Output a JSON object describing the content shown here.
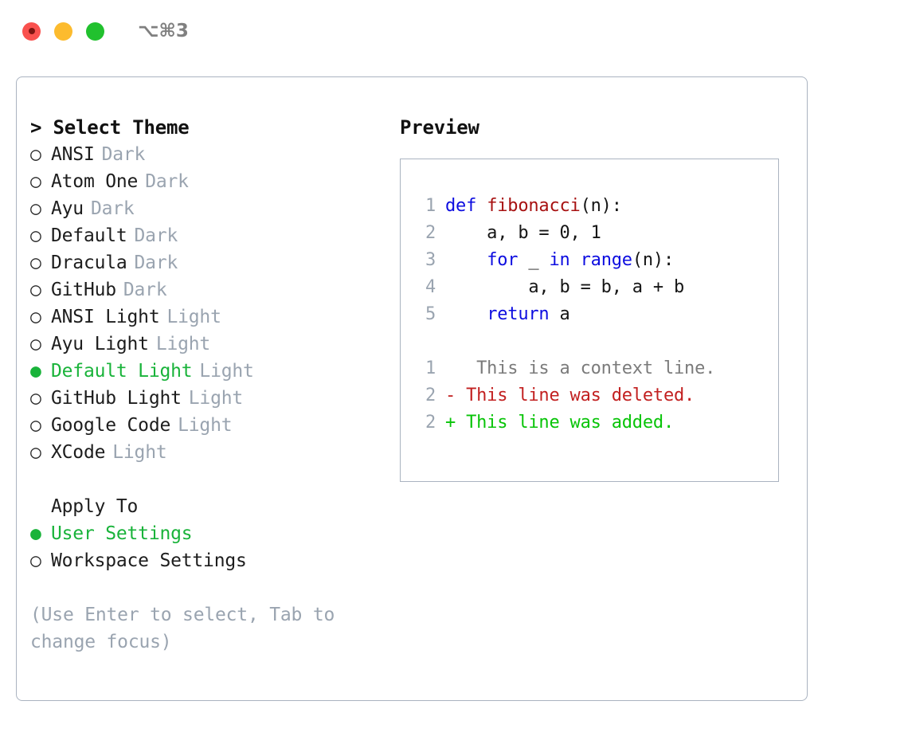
{
  "titlebar": {
    "shortcut": "⌥⌘3",
    "buttons": [
      {
        "name": "close",
        "color": "#f9514e"
      },
      {
        "name": "minimize",
        "color": "#fcbb2e"
      },
      {
        "name": "maximize",
        "color": "#21c12e"
      }
    ]
  },
  "theme_list": {
    "header": "> Select Theme",
    "marker_unselected": "○",
    "marker_selected": "●",
    "items": [
      {
        "label": "ANSI",
        "tag": "Dark",
        "selected": false
      },
      {
        "label": "Atom One",
        "tag": "Dark",
        "selected": false
      },
      {
        "label": "Ayu",
        "tag": "Dark",
        "selected": false
      },
      {
        "label": "Default",
        "tag": "Dark",
        "selected": false
      },
      {
        "label": "Dracula",
        "tag": "Dark",
        "selected": false
      },
      {
        "label": "GitHub",
        "tag": "Dark",
        "selected": false
      },
      {
        "label": "ANSI Light",
        "tag": "Light",
        "selected": false
      },
      {
        "label": "Ayu Light",
        "tag": "Light",
        "selected": false
      },
      {
        "label": "Default Light",
        "tag": "Light",
        "selected": true
      },
      {
        "label": "GitHub Light",
        "tag": "Light",
        "selected": false
      },
      {
        "label": "Google Code",
        "tag": "Light",
        "selected": false
      },
      {
        "label": "XCode",
        "tag": "Light",
        "selected": false
      }
    ]
  },
  "apply_to": {
    "title": "Apply To",
    "items": [
      {
        "label": "User Settings",
        "selected": true
      },
      {
        "label": "Workspace Settings",
        "selected": false
      }
    ]
  },
  "hint": "(Use Enter to select, Tab to change focus)",
  "preview": {
    "title": "Preview",
    "code": [
      {
        "lineno": "1",
        "tokens": [
          {
            "text": "def ",
            "type": "keyword"
          },
          {
            "text": "fibonacci",
            "type": "function"
          },
          {
            "text": "(n):",
            "type": "plain"
          }
        ]
      },
      {
        "lineno": "2",
        "tokens": [
          {
            "text": "    a, b = 0, 1",
            "type": "plain"
          }
        ]
      },
      {
        "lineno": "3",
        "tokens": [
          {
            "text": "    ",
            "type": "plain"
          },
          {
            "text": "for",
            "type": "keyword"
          },
          {
            "text": " _ ",
            "type": "plain"
          },
          {
            "text": "in range",
            "type": "keyword"
          },
          {
            "text": "(n):",
            "type": "plain"
          }
        ]
      },
      {
        "lineno": "4",
        "tokens": [
          {
            "text": "        a, b = b, a + b",
            "type": "plain"
          }
        ]
      },
      {
        "lineno": "5",
        "tokens": [
          {
            "text": "    ",
            "type": "plain"
          },
          {
            "text": "return",
            "type": "keyword"
          },
          {
            "text": " a",
            "type": "plain"
          }
        ]
      }
    ],
    "diff": [
      {
        "lineno": "1",
        "marker": " ",
        "text": "  This is a context line.",
        "type": "context"
      },
      {
        "lineno": "2",
        "marker": "-",
        "text": " This line was deleted.",
        "type": "deleted"
      },
      {
        "lineno": "2",
        "marker": "+",
        "text": " This line was added.",
        "type": "added"
      }
    ]
  },
  "colors": {
    "border": "#aab3c0",
    "selected_green": "#19b33a",
    "tag_gray": "#9aa4b0",
    "keyword_blue": "#0d0de0",
    "function_red": "#a71111",
    "diff_deleted": "#c22020",
    "diff_added": "#08c408",
    "diff_context": "#7b7b7b"
  }
}
